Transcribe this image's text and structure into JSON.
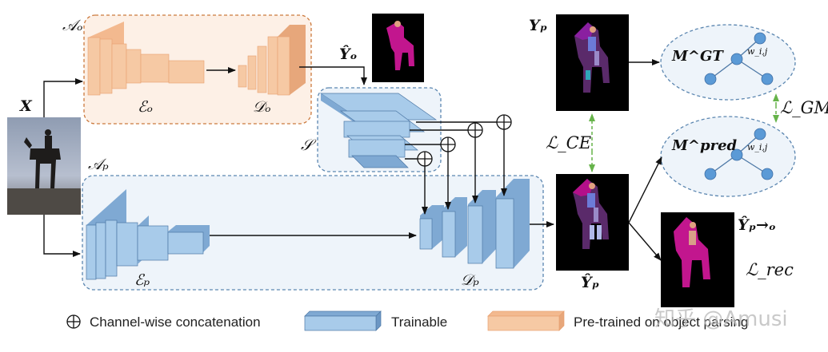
{
  "colors": {
    "orange_region": "#cc7a3e",
    "orange_fill": "#f6c9a4",
    "blue_region": "#5b86b0",
    "blue_fill": "#a8cbea",
    "blue_dark": "#4d78a6",
    "region_bg": "#eef4fa",
    "green_arrow": "#66b34a",
    "magenta": "#c2168e",
    "purple": "#5a2a6a"
  },
  "labels": {
    "A_o": "𝒜ₒ",
    "A_p": "𝒜ₚ",
    "E_o": "ℰₒ",
    "D_o": "𝒟ₒ",
    "E_p": "ℰₚ",
    "D_p": "𝒟ₚ",
    "S": "𝒮",
    "X": "X",
    "Y_o_hat": "Ŷₒ",
    "Y_p": "Yₚ",
    "Y_p_hat": "Ŷₚ",
    "Y_p_to_o": "Ŷₚ→ₒ",
    "M_GT": "M^GT",
    "M_pred": "M^pred",
    "w_ij": "w_i,j",
    "L_CE": "ℒ_CE",
    "L_GM": "ℒ_GM",
    "L_rec": "ℒ_rec"
  },
  "legend": {
    "concat_symbol": "⊕",
    "concat_label": "Channel-wise concatenation",
    "trainable_label": "Trainable",
    "pretrained_label": "Pre-trained on object parsing"
  },
  "watermark": "知乎 @Amusi"
}
